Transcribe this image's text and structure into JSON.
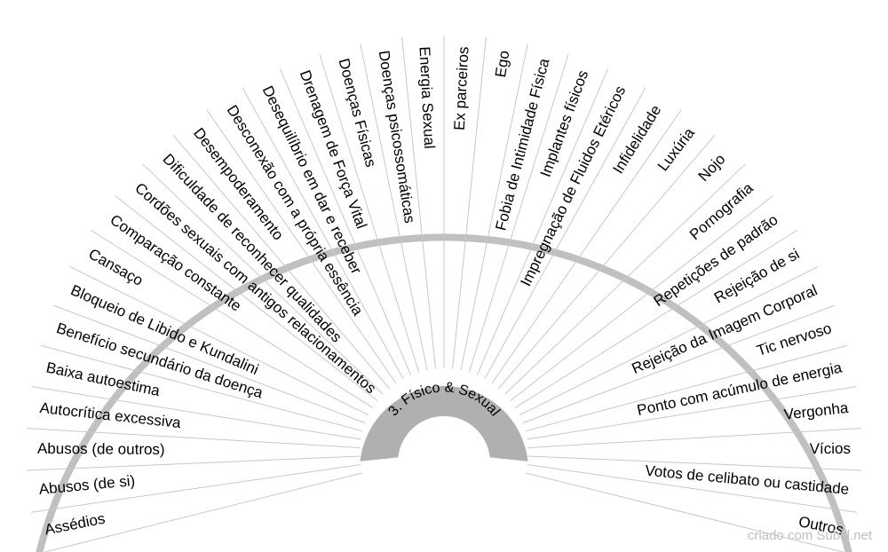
{
  "chart_data": {
    "type": "radial-pendulum-chart",
    "center_label": "3. Físico & Sexual",
    "segments": [
      "Assédios",
      "Abusos (de si)",
      "Abusos (de outros)",
      "Autocrítica excessiva",
      "Baixa autoestima",
      "Benefício secundário da doença",
      "Bloqueio de Libido e Kundalini",
      "Cansaço",
      "Comparação constante",
      "Cordões sexuais com antigos relacionamentos",
      "Dificuldade de reconhecer qualidades",
      "Desempoderamento",
      "Desconexão com a própria essência",
      "Desequilíbrio em dar e receber",
      "Drenagem de Força Vital",
      "Doenças Físicas",
      "Doenças psicossomáticas",
      "Energia Sexual",
      "Ex parceiros",
      "Ego",
      "Fobia de Intimidade Física",
      "Implantes físicos",
      "Impregnação de Fluidos Etéricos",
      "Infidelidade",
      "Luxúria",
      "Nojo",
      "Pornografia",
      "Repetições de padrão",
      "Rejeição de si",
      "Rejeição da Imagem Corporal",
      "Tic nervoso",
      "Ponto com acúmulo de energia",
      "Vergonha",
      "Vícios",
      "Votos de celibato ou castidade",
      "Outros"
    ]
  },
  "credit": "criado com Subtil.net",
  "colors": {
    "arc": "#c0c0c0",
    "lines": "#c8c8c8",
    "hub": "#b0b0b0",
    "text": "#000000",
    "credit": "#bfbfbf"
  }
}
